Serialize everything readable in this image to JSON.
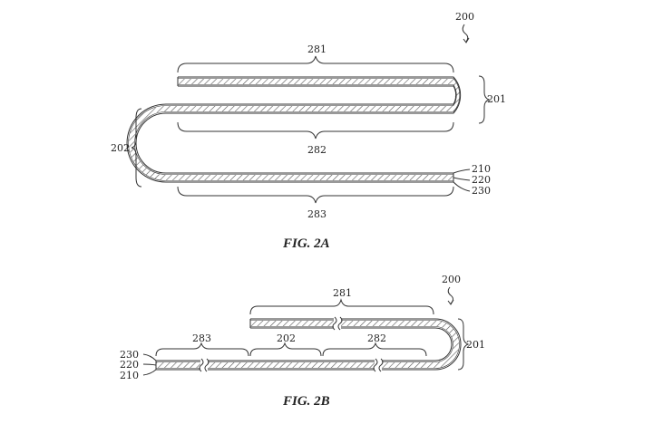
{
  "figure_a": {
    "caption": "FIG. 2A",
    "labels": {
      "ref_200": "200",
      "ref_281": "281",
      "ref_282": "282",
      "ref_283": "283",
      "ref_201": "201",
      "ref_202": "202",
      "ref_210": "210",
      "ref_220": "220",
      "ref_230": "230"
    }
  },
  "figure_b": {
    "caption": "FIG. 2B",
    "labels": {
      "ref_200": "200",
      "ref_281": "281",
      "ref_282": "282",
      "ref_283": "283",
      "ref_202": "202",
      "ref_201": "201",
      "ref_230": "230",
      "ref_220": "220",
      "ref_210": "210"
    }
  }
}
